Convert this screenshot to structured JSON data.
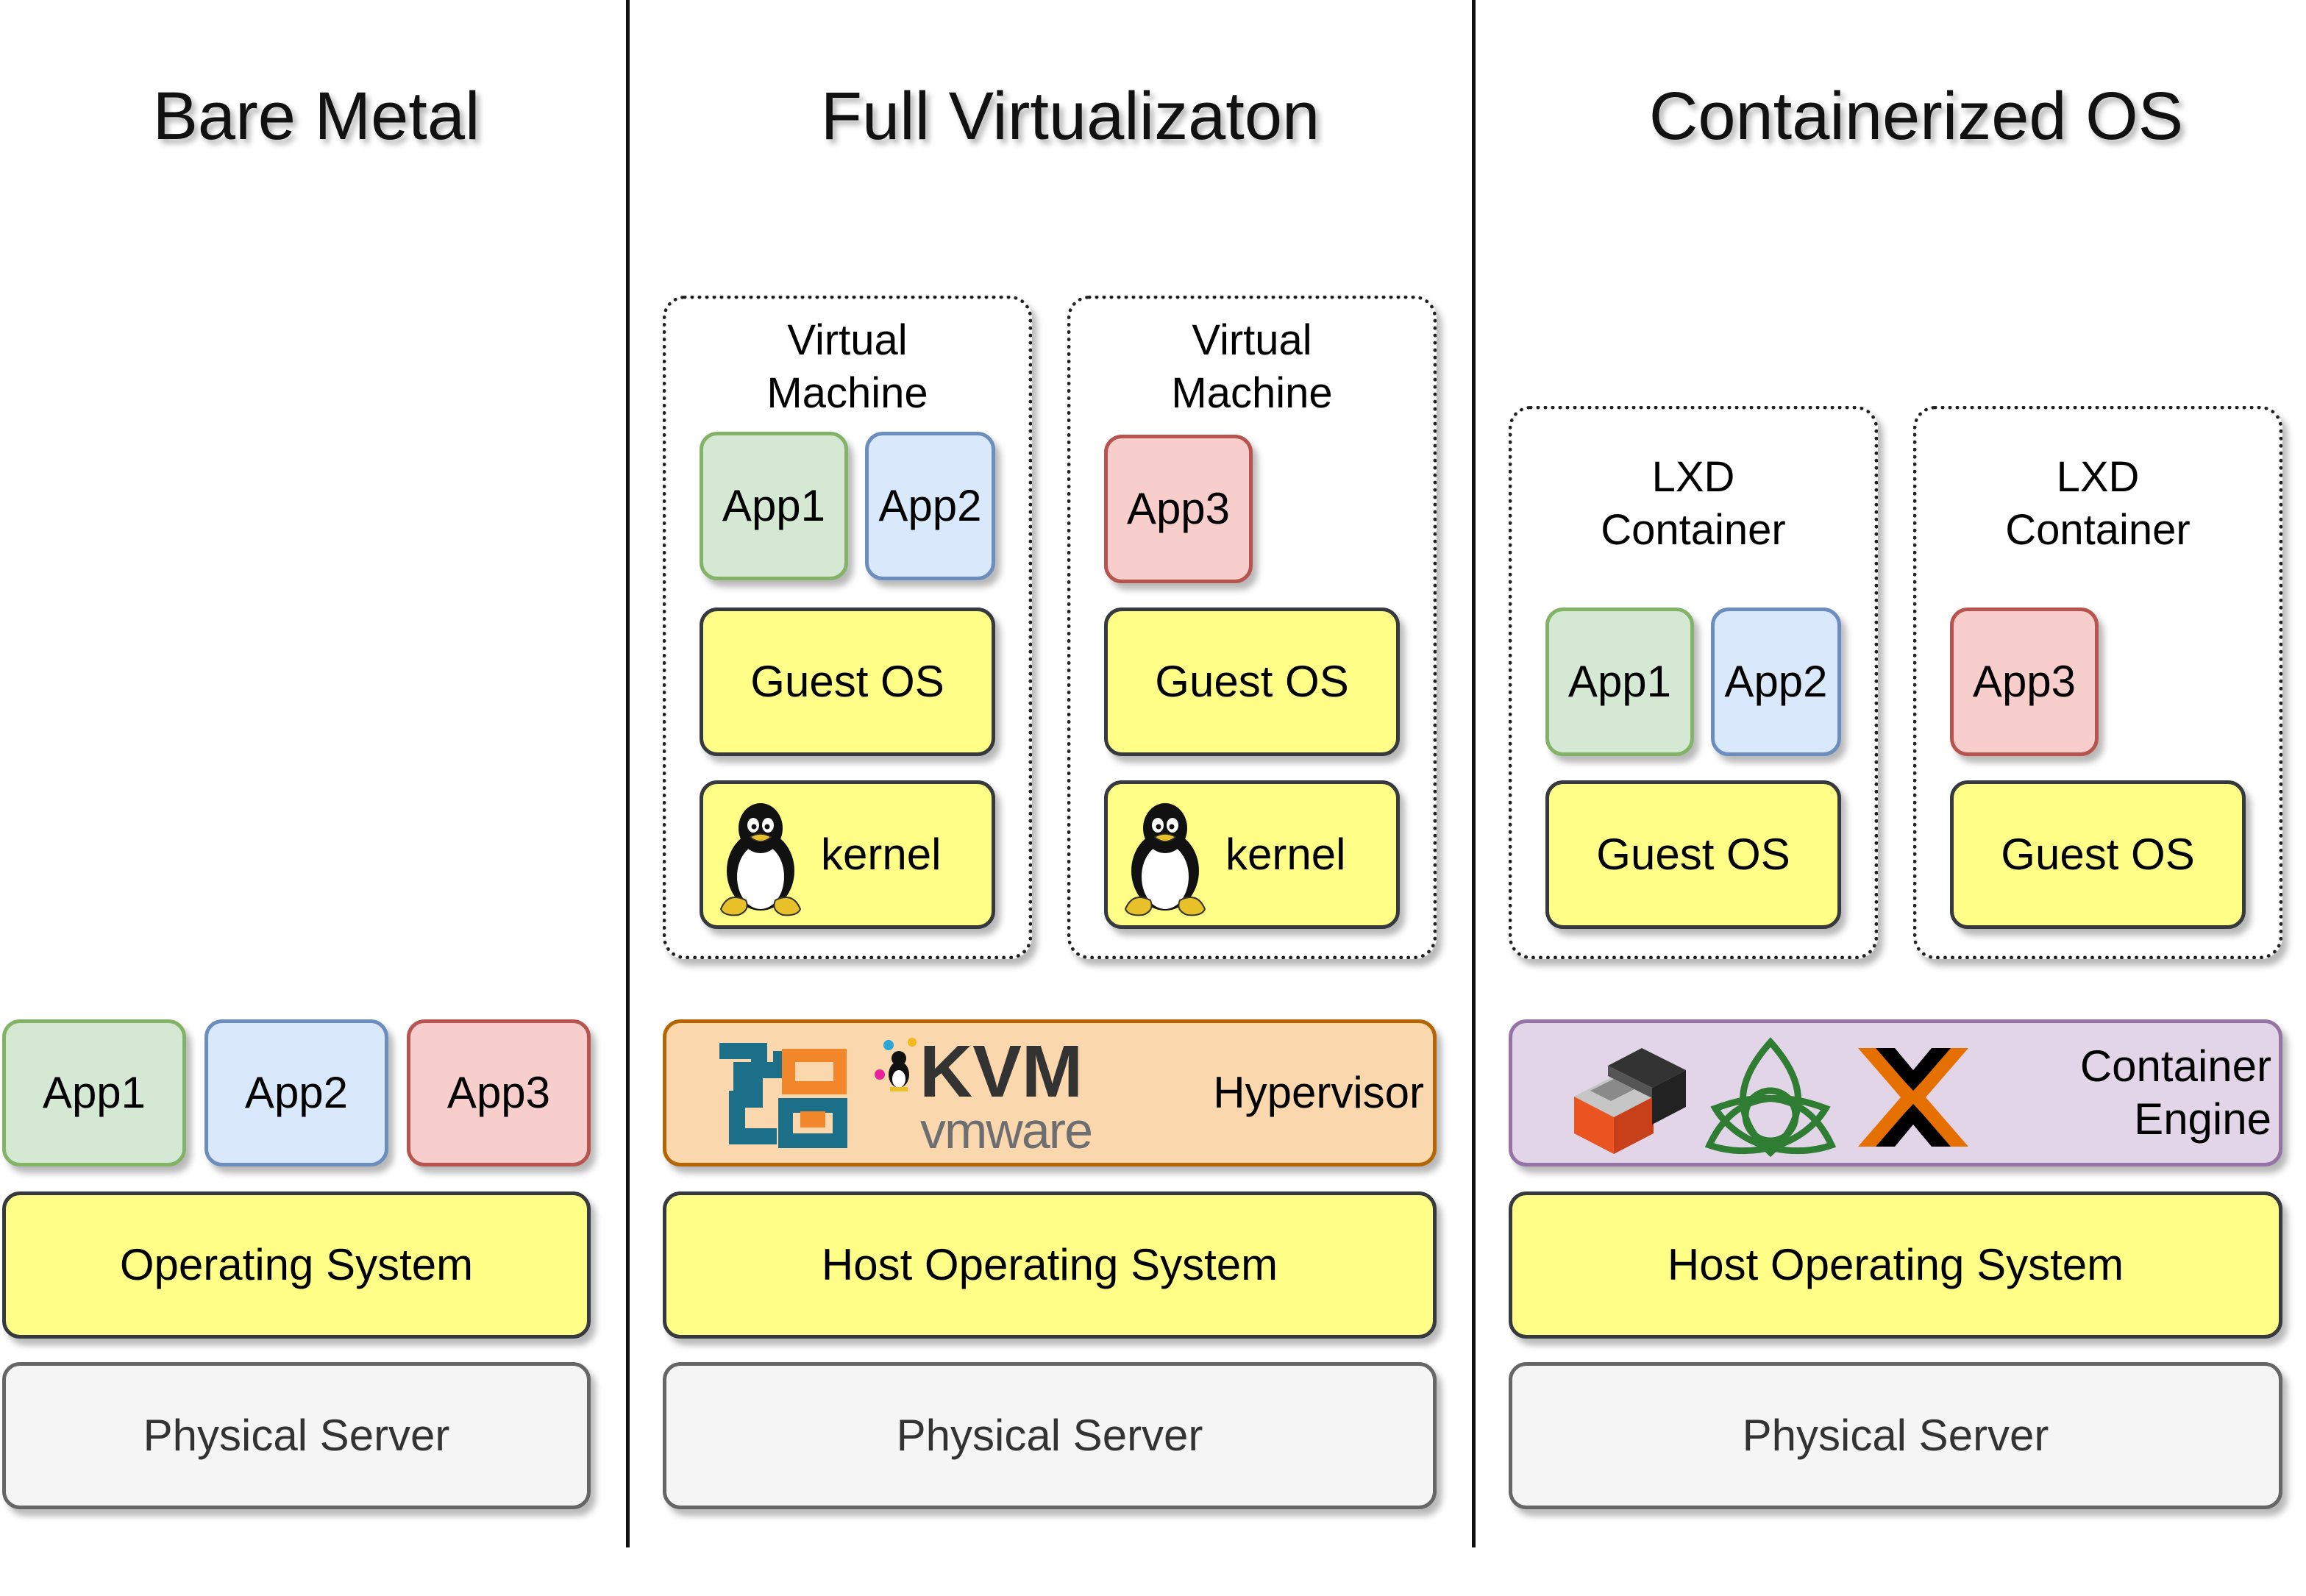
{
  "columns": [
    {
      "heading": "Bare Metal",
      "apps": [
        "App1",
        "App2",
        "App3"
      ],
      "os": "Operating System",
      "server": "Physical Server"
    },
    {
      "heading": "Full Virtualizaton",
      "vms": [
        {
          "label_line1": "Virtual",
          "label_line2": "Machine",
          "apps": [
            "App1",
            "App2"
          ],
          "guest_os": "Guest OS",
          "kernel": "kernel"
        },
        {
          "label_line1": "Virtual",
          "label_line2": "Machine",
          "apps": [
            "App3"
          ],
          "guest_os": "Guest OS",
          "kernel": "kernel"
        }
      ],
      "hypervisor": {
        "label": "Hypervisor",
        "logo_kvm": "KVM",
        "logo_vmware": "vmware",
        "icons": [
          "virtualbox-icon",
          "kvm-logo",
          "vmware-logo"
        ]
      },
      "os": "Host Operating System",
      "server": "Physical Server"
    },
    {
      "heading": "Containerized OS",
      "containers": [
        {
          "label_line1": "LXD",
          "label_line2": "Container",
          "apps": [
            "App1",
            "App2"
          ],
          "guest_os": "Guest OS"
        },
        {
          "label_line1": "LXD",
          "label_line2": "Container",
          "apps": [
            "App3"
          ],
          "guest_os": "Guest OS"
        }
      ],
      "engine": {
        "label_line1": "Container",
        "label_line2": "Engine",
        "icons": [
          "lxd-icon",
          "triquetra-icon",
          "proxmox-icon"
        ]
      },
      "os": "Host Operating System",
      "server": "Physical Server"
    }
  ],
  "colors": {
    "os_fill": "#ffff88",
    "server_fill": "#f5f5f5",
    "app1_fill": "#d5e8d4",
    "app2_fill": "#dae8fc",
    "app3_fill": "#f8cecc",
    "hypervisor_fill": "#fad7ac",
    "engine_fill": "#e1d5e7"
  }
}
